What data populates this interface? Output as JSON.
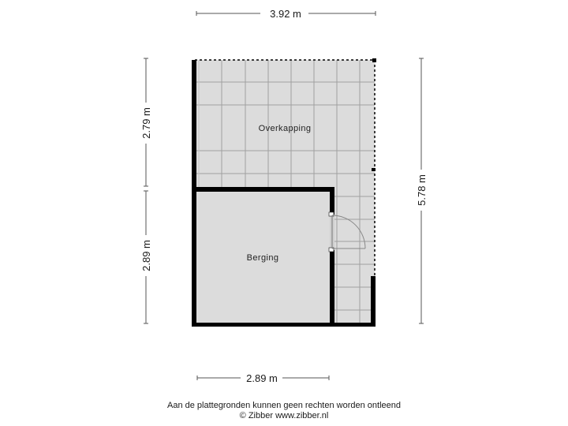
{
  "dimensions": {
    "top_width": "3.92 m",
    "bottom_width": "2.89 m",
    "left_upper_height": "2.79 m",
    "left_lower_height": "2.89 m",
    "right_total_height": "5.78 m"
  },
  "rooms": [
    {
      "name": "Overkapping"
    },
    {
      "name": "Berging"
    }
  ],
  "footer": {
    "disclaimer": "Aan de plattegronden kunnen geen rechten worden ontleend",
    "copyright": "© Zibber www.zibber.nl"
  },
  "colors": {
    "floor_fill": "#dcdcdc",
    "wall": "#000000",
    "grid_line": "#9a9a9a",
    "dimension_line": "#555555"
  }
}
